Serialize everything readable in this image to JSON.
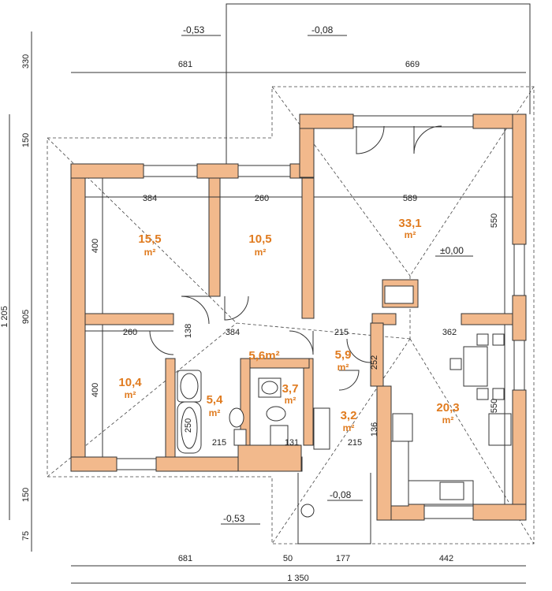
{
  "total_width": "1 350",
  "dims_top": {
    "left": "681",
    "right": "669"
  },
  "dims_bottom": {
    "a": "681",
    "b": "50",
    "c": "177",
    "d": "442"
  },
  "dims_left": {
    "top": "330",
    "mid1": "150",
    "height": "905",
    "total": "1 205",
    "bottom1": "150",
    "bottom2": "75"
  },
  "levels": {
    "top_left": "-0,53",
    "top_mid": "-0,08",
    "floor": "±0,00",
    "terrace": "-0,08",
    "bottom_left": "-0,53"
  },
  "rooms": [
    {
      "area": "15,5",
      "unit": "m²",
      "w": "384",
      "h": "400"
    },
    {
      "area": "10,5",
      "unit": "m²",
      "w": "260"
    },
    {
      "area": "33,1",
      "unit": "m²",
      "w": "589",
      "h": "550"
    },
    {
      "area": "10,4",
      "unit": "m²",
      "w": "260",
      "h": "400"
    },
    {
      "area": "5,4",
      "unit": "m²",
      "d1": "250",
      "d2": "215"
    },
    {
      "area": "5,6m²"
    },
    {
      "area": "3,7",
      "unit": "m²",
      "d1": "131"
    },
    {
      "area": "5,9",
      "unit": "m²",
      "w": "215"
    },
    {
      "area": "3,2",
      "unit": "m²",
      "d1": "215",
      "d2": "136"
    },
    {
      "area": "20,3",
      "unit": "m²",
      "w": "362",
      "h": "550"
    }
  ],
  "misc_dims": {
    "d138": "138",
    "d384b": "384",
    "d252": "252"
  }
}
